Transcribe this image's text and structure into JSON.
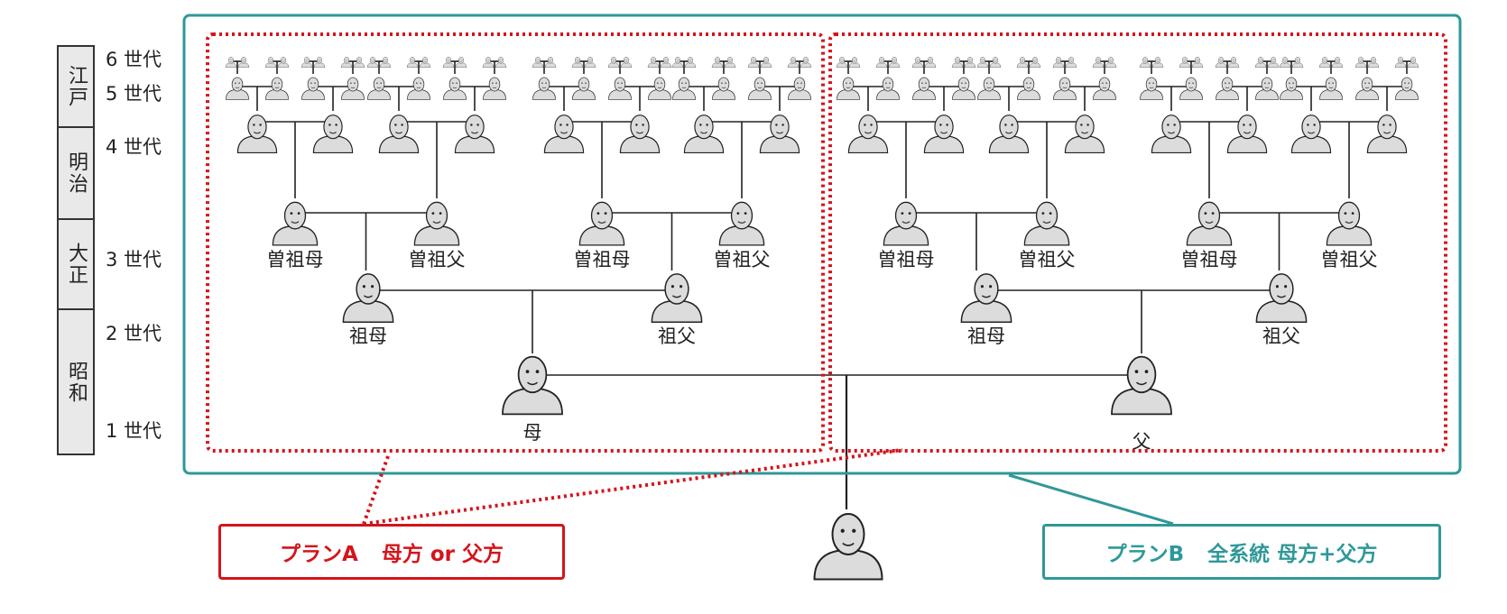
{
  "eras": [
    {
      "name": "江戸"
    },
    {
      "name": "明治"
    },
    {
      "name": "大正"
    },
    {
      "name": "昭和"
    }
  ],
  "generations": [
    "6 世代",
    "5 世代",
    "4 世代",
    "3 世代",
    "2 世代",
    "1 世代"
  ],
  "tree": {
    "great_grandmother": "曽祖母",
    "great_grandfather": "曽祖父",
    "grandmother": "祖母",
    "grandfather": "祖父",
    "mother": "母",
    "father": "父"
  },
  "plans": {
    "plan_a_name": "プランA",
    "plan_a_desc": "母方 or 父方",
    "plan_b_name": "プランB",
    "plan_b_desc": "全系統 母方+父方"
  },
  "colors": {
    "plan_a": "#d4141b",
    "plan_b": "#2f9898",
    "person_fill": "#dcdcdc",
    "person_stroke": "#222222",
    "era_fill": "#e9e9e9"
  },
  "icons": [
    "person-icon"
  ]
}
